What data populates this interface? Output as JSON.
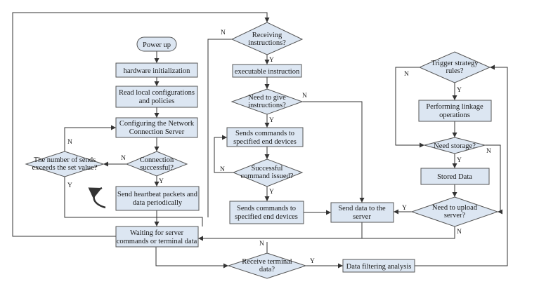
{
  "nodes": {
    "power_up": {
      "lines": [
        "Power up"
      ]
    },
    "hardware_init": {
      "lines": [
        "hardware initialization"
      ]
    },
    "read_config": {
      "lines": [
        "Read local configurations",
        "and policies"
      ]
    },
    "configure_server": {
      "lines": [
        "Configuring the Network",
        "Connection Server"
      ]
    },
    "connection_ok": {
      "lines": [
        "Connection",
        "successful?"
      ]
    },
    "sends_exceed": {
      "lines": [
        "The number of sends",
        "exceeds the set value?"
      ]
    },
    "send_heartbeat": {
      "lines": [
        "Send heartbeat packets and",
        "data periodically"
      ]
    },
    "waiting": {
      "lines": [
        "Waiting for server",
        "commands or terminal data"
      ]
    },
    "receiving": {
      "lines": [
        "Receiving",
        "instructions?"
      ]
    },
    "exec_instruction": {
      "lines": [
        "executable instruction"
      ]
    },
    "need_give": {
      "lines": [
        "Need to give",
        "instructions?"
      ]
    },
    "sends_cmd_1": {
      "lines": [
        "Sends commands to",
        "specified end devices"
      ]
    },
    "cmd_issued": {
      "lines": [
        "Successful",
        "command issued?"
      ]
    },
    "sends_cmd_2": {
      "lines": [
        "Sends commands to",
        "specified end devices"
      ]
    },
    "send_to_server": {
      "lines": [
        "Send data to the",
        "server"
      ]
    },
    "trigger": {
      "lines": [
        "Trigger strategy",
        "rules?"
      ]
    },
    "linkage": {
      "lines": [
        "Performing linkage",
        "operations"
      ]
    },
    "need_storage": {
      "lines": [
        "Need storage?"
      ]
    },
    "stored": {
      "lines": [
        "Stored Data"
      ]
    },
    "need_upload": {
      "lines": [
        "Need to upload",
        "server?"
      ]
    },
    "receive_terminal": {
      "lines": [
        "Receive terminal",
        "data?"
      ]
    },
    "filtering": {
      "lines": [
        "Data filtering analysis"
      ]
    }
  },
  "labels": {
    "yes": "Y",
    "no": "N"
  }
}
